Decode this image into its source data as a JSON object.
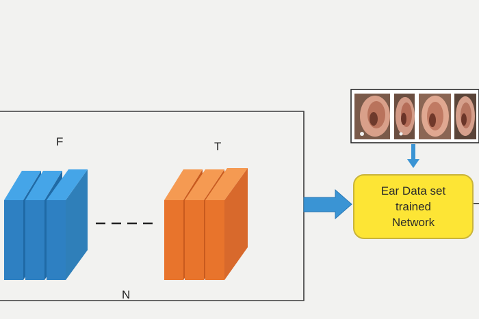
{
  "labels": {
    "first_feature_map": "F",
    "last_feature_map": "T",
    "count": "N"
  },
  "node": {
    "lines": [
      "Ear Data set",
      "trained",
      "Network"
    ]
  },
  "images": [
    {
      "name": "ear-image-1"
    },
    {
      "name": "ear-image-2"
    },
    {
      "name": "ear-image-3"
    },
    {
      "name": "ear-image-4"
    }
  ],
  "colors": {
    "background": "#f2f2f0",
    "blue_layer": "#2e80c2",
    "blue_layer_top": "#45a5e8",
    "orange_layer": "#e8742c",
    "orange_layer_top": "#f59a52",
    "arrow": "#3a94d4",
    "node_fill": "#fde535",
    "node_border": "#c9b43a"
  }
}
